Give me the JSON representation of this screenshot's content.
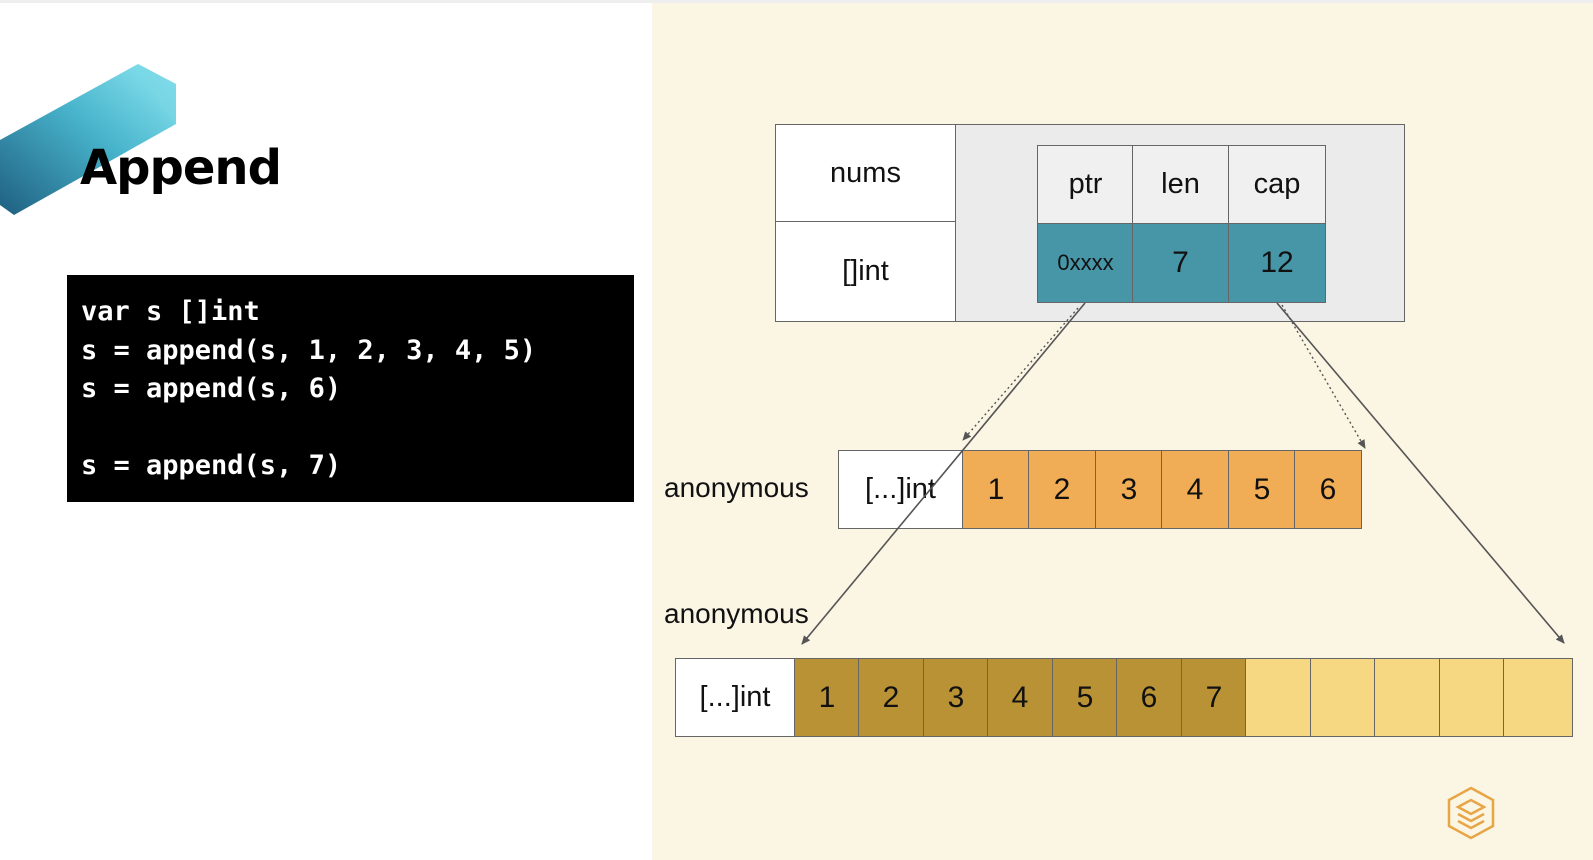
{
  "slide": {
    "title": "Append",
    "code_lines": [
      "var s []int",
      "s = append(s, 1, 2, 3, 4, 5)",
      "s = append(s, 6)",
      "",
      "s = append(s, 7)"
    ]
  },
  "diagram": {
    "variable": {
      "name": "nums",
      "type": "[]int"
    },
    "header": {
      "fields": [
        "ptr",
        "len",
        "cap"
      ],
      "values": [
        "0xxxx",
        "7",
        "12"
      ]
    },
    "array_first": {
      "label": "anonymous",
      "type": "[...]int",
      "cells": [
        "1",
        "2",
        "3",
        "4",
        "5",
        "6"
      ]
    },
    "array_second": {
      "label": "anonymous",
      "type": "[...]int",
      "cells": [
        "1",
        "2",
        "3",
        "4",
        "5",
        "6",
        "7",
        "",
        "",
        "",
        "",
        ""
      ]
    }
  },
  "colors": {
    "header_values": "#4796a8",
    "first_array": "#f1ad55",
    "second_array_used": "#b89234",
    "second_array_free": "#f7d882",
    "right_background": "#fbf5e4",
    "logo": "#e8a546"
  },
  "icons": {
    "banner": "teal-bar-graphic",
    "logo": "stack-logo-icon"
  }
}
